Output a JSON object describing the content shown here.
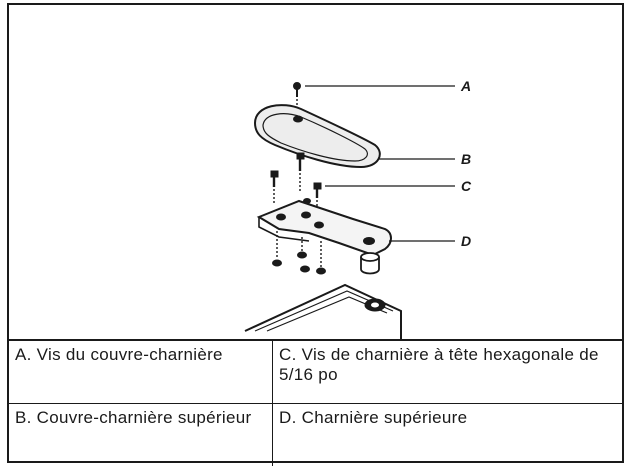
{
  "callouts": {
    "a": "A",
    "b": "B",
    "c": "C",
    "d": "D"
  },
  "legend": {
    "rows": [
      [
        "A. Vis du couvre-charnière",
        "C. Vis de charnière à tête hexagonale de 5/16 po"
      ],
      [
        "B. Couvre-charnière supérieur",
        "D. Charnière supérieure"
      ]
    ]
  }
}
